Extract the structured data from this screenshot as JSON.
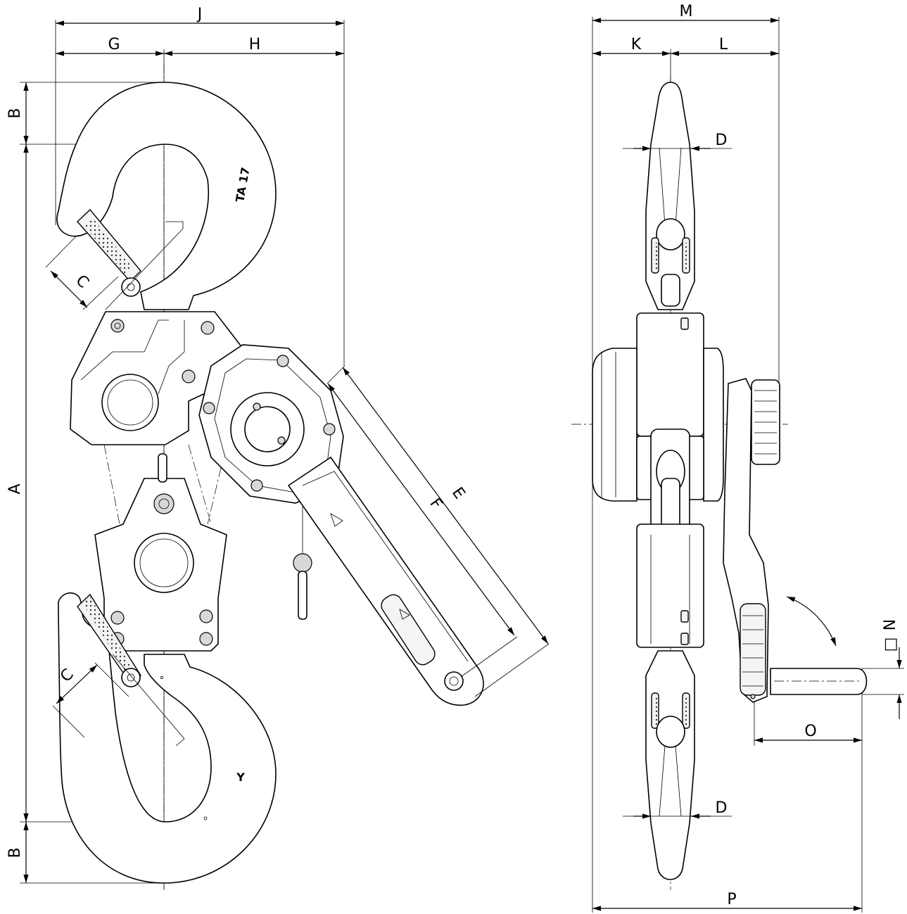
{
  "dimension_labels": {
    "A": "A",
    "B_top": "B",
    "B_bottom": "B",
    "C_top": "C",
    "C_bottom": "C",
    "D_top": "D",
    "D_bottom": "D",
    "E": "E",
    "F": "F",
    "G": "G",
    "H": "H",
    "J": "J",
    "K": "K",
    "L": "L",
    "M": "M",
    "N": "N",
    "O": "O",
    "P": "P"
  },
  "markings": {
    "hook_top": "TA 17",
    "hook_bottom": "Y"
  },
  "symbols": {
    "square": "□"
  }
}
